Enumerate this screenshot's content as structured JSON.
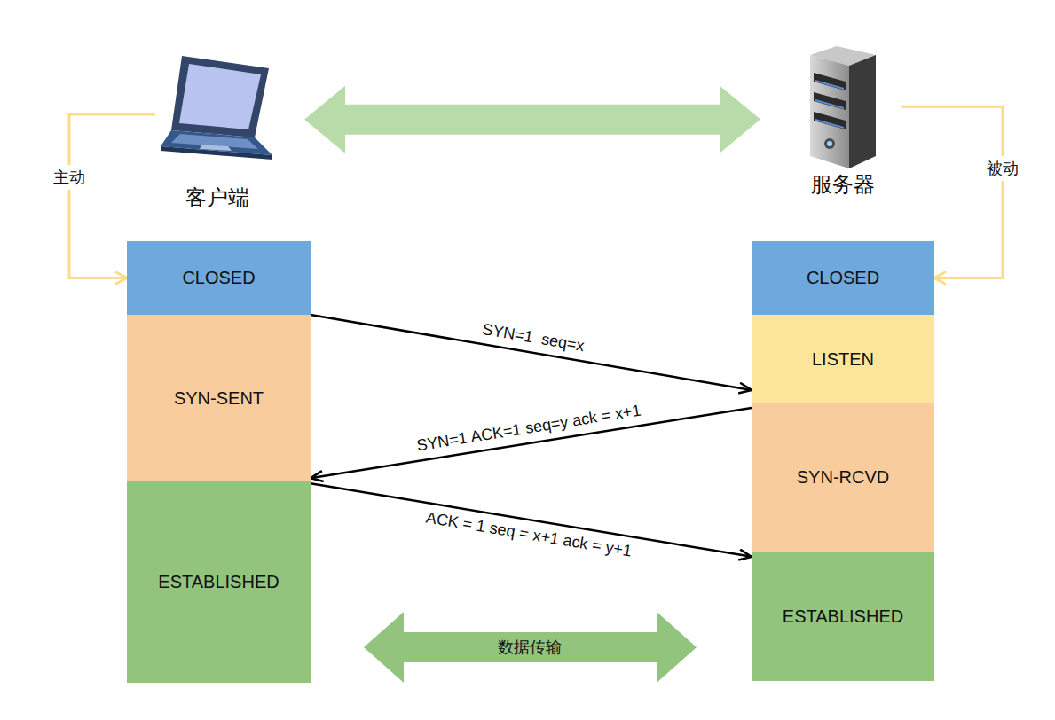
{
  "diagram": {
    "nodes": [
      {
        "text": [
          "客户端"
        ]
      },
      {
        "text": [
          "服务器"
        ]
      },
      {
        "text": [
          "CLOSED"
        ]
      },
      {
        "text": [
          "CLOSED"
        ]
      },
      {
        "text": [
          "SYN-SENT"
        ]
      },
      {
        "text": [
          "LISTEN"
        ]
      },
      {
        "text": [
          "SYN-RCVD"
        ]
      },
      {
        "text": [
          "ESTABLISHED"
        ]
      },
      {
        "text": [
          "ESTABLISHED"
        ]
      }
    ],
    "edges": [
      {
        "from": 0,
        "to": 1,
        "arrow": "both"
      },
      {
        "from": 0,
        "to": 2,
        "label": "主动",
        "arrow": "to"
      },
      {
        "from": 1,
        "to": 3,
        "label": "被动",
        "arrow": "to"
      },
      {
        "from": 2,
        "to": 5,
        "label": "SYN=1  seq=x",
        "arrow": "to"
      },
      {
        "from": 6,
        "to": 4,
        "label": "SYN=1 ACK=1 seq=y ack = x+1",
        "arrow": "to"
      },
      {
        "from": 7,
        "to": 8,
        "label": "ACK = 1 seq = x+1 ack = y+1",
        "arrow": "to"
      }
    ],
    "labels": [
      "数据传输"
    ]
  }
}
